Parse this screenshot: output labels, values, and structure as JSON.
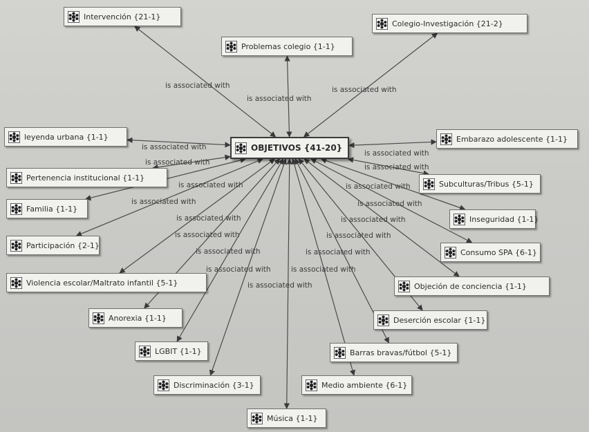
{
  "diagram": {
    "central": {
      "id": "objetivos",
      "label": "OBJETIVOS {41-20}"
    },
    "relation_label": "is associated with",
    "nodes": [
      {
        "id": "intervencion",
        "label": "Intervención {21-1}"
      },
      {
        "id": "problemas",
        "label": "Problemas colegio {1-1}"
      },
      {
        "id": "colegio-investigacion",
        "label": "Colegio-Investigación {21-2}"
      },
      {
        "id": "leyenda",
        "label": "leyenda urbana {1-1}"
      },
      {
        "id": "pertenencia",
        "label": "Pertenencia institucional {1-1}"
      },
      {
        "id": "familia",
        "label": "Familia {1-1}"
      },
      {
        "id": "participacion",
        "label": "Participación {2-1}"
      },
      {
        "id": "violencia",
        "label": "Violencia escolar/Maltrato infantil {5-1}"
      },
      {
        "id": "anorexia",
        "label": "Anorexia {1-1}"
      },
      {
        "id": "lgbit",
        "label": "LGBIT {1-1}"
      },
      {
        "id": "discriminacion",
        "label": "Discriminación {3-1}"
      },
      {
        "id": "musica",
        "label": "Música {1-1}"
      },
      {
        "id": "medio-ambiente",
        "label": "Medio ambiente {6-1}"
      },
      {
        "id": "barras",
        "label": "Barras bravas/fútbol {5-1}"
      },
      {
        "id": "desercion",
        "label": "Deserción escolar {1-1}"
      },
      {
        "id": "objecion",
        "label": "Objeción de conciencia {1-1}"
      },
      {
        "id": "consumo",
        "label": "Consumo SPA {6-1}"
      },
      {
        "id": "inseguridad",
        "label": "Inseguridad {1-1}"
      },
      {
        "id": "subculturas",
        "label": "Subculturas/Tribus {5-1}"
      },
      {
        "id": "embarazo",
        "label": "Embarazo adolescente {1-1}"
      }
    ],
    "edges": [
      {
        "from": "objetivos",
        "to": "intervencion",
        "label": "is associated with"
      },
      {
        "from": "objetivos",
        "to": "problemas",
        "label": "is associated with"
      },
      {
        "from": "objetivos",
        "to": "colegio-investigacion",
        "label": "is associated with"
      },
      {
        "from": "objetivos",
        "to": "leyenda",
        "label": "is associated with"
      },
      {
        "from": "objetivos",
        "to": "pertenencia",
        "label": "is associated with"
      },
      {
        "from": "objetivos",
        "to": "familia",
        "label": "is associated with"
      },
      {
        "from": "objetivos",
        "to": "participacion",
        "label": "is associated with"
      },
      {
        "from": "objetivos",
        "to": "violencia",
        "label": "is associated with"
      },
      {
        "from": "objetivos",
        "to": "anorexia",
        "label": "is associated with"
      },
      {
        "from": "objetivos",
        "to": "lgbit",
        "label": "is associated with"
      },
      {
        "from": "objetivos",
        "to": "discriminacion",
        "label": "is associated with"
      },
      {
        "from": "objetivos",
        "to": "musica",
        "label": "is associated with"
      },
      {
        "from": "objetivos",
        "to": "medio-ambiente",
        "label": "is associated with"
      },
      {
        "from": "objetivos",
        "to": "barras",
        "label": "is associated with"
      },
      {
        "from": "objetivos",
        "to": "desercion",
        "label": "is associated with"
      },
      {
        "from": "objetivos",
        "to": "objecion",
        "label": "is associated with"
      },
      {
        "from": "objetivos",
        "to": "consumo",
        "label": "is associated with"
      },
      {
        "from": "objetivos",
        "to": "inseguridad",
        "label": "is associated with"
      },
      {
        "from": "objetivos",
        "to": "subculturas",
        "label": "is associated with"
      },
      {
        "from": "objetivos",
        "to": "embarazo",
        "label": "is associated with"
      }
    ],
    "icon": "network-node-icon",
    "colors": {
      "node_fill": "#f1f1ee",
      "border": "#6f6f6f",
      "line": "#4a4a4a",
      "text": "#2b2b2b"
    }
  }
}
